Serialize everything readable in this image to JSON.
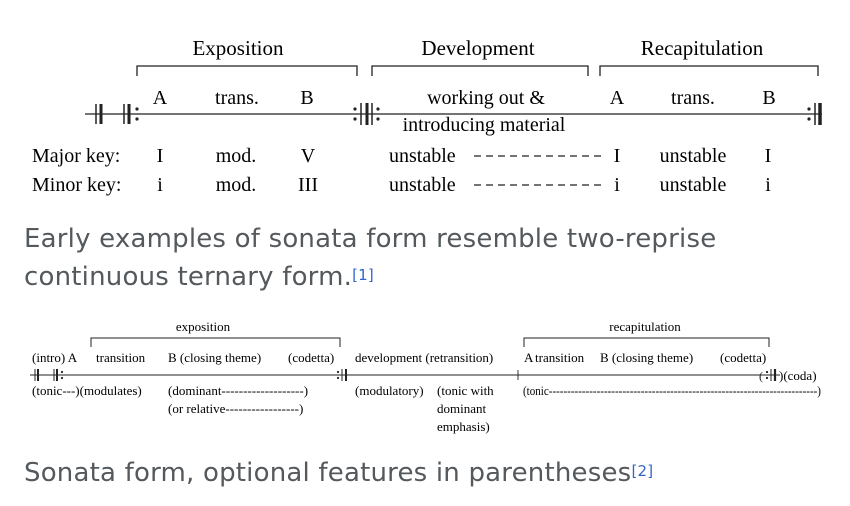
{
  "figure1": {
    "sections": [
      "Exposition",
      "Development",
      "Recapitulation"
    ],
    "top_labels": [
      "A",
      "trans.",
      "B",
      "working out &",
      "introducing material",
      "A",
      "trans.",
      "B"
    ],
    "major_row": [
      "Major key:",
      "I",
      "mod.",
      "V",
      "unstable",
      "I",
      "unstable",
      "I"
    ],
    "minor_row": [
      "Minor key:",
      "i",
      "mod.",
      "III",
      "unstable",
      "i",
      "unstable",
      "i"
    ],
    "caption": "Early examples of sonata form resemble two-reprise",
    "caption_line2": "continuous ternary form.",
    "ref": "[1]"
  },
  "figure2": {
    "sections": [
      "exposition",
      "recapitulation"
    ],
    "top_row": [
      "(intro) A",
      "transition",
      "B (closing theme)",
      "(codetta)",
      "development (retransition)",
      "A",
      "transition",
      "B (closing theme)",
      "(codetta)"
    ],
    "coda": ")(coda)",
    "bottom_row": [
      "(tonic---)(modulates)",
      "(dominant-------------------)",
      "(or relative-----------------)",
      "(modulatory)",
      "(tonic with",
      "dominant",
      "emphasis)",
      "(tonic-------------------------------------------------------------------------)"
    ],
    "caption": "Sonata form, optional features in parentheses",
    "ref": "[2]"
  }
}
